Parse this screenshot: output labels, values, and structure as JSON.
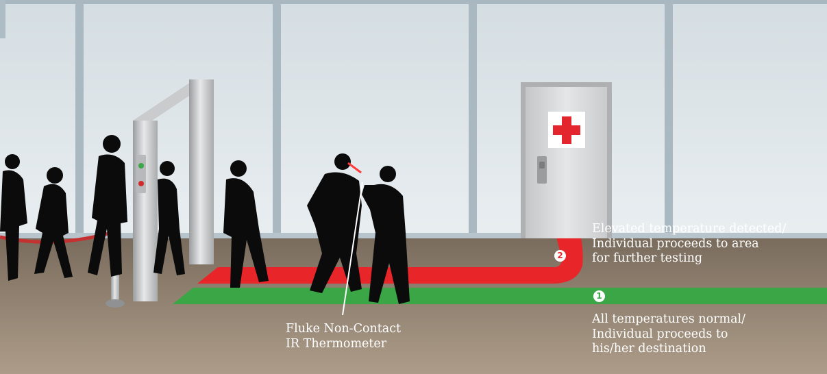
{
  "callouts": {
    "elevated": {
      "number": "2",
      "lines": [
        "Elevated temperature detected/",
        "Individual proceeds to area",
        "for further testing"
      ]
    },
    "normal": {
      "number": "1",
      "lines": [
        "All temperatures normal/",
        "Individual proceeds to",
        "his/her destination"
      ]
    },
    "thermometer": {
      "lines": [
        "Fluke Non-Contact",
        "IR Thermometer"
      ]
    }
  },
  "colors": {
    "red_path": "#e8262a",
    "green_path": "#3aa646",
    "floor": "#8a7b69",
    "wall": "#cbd6dc",
    "silhouette": "#0b0b0b",
    "first_aid_cross": "#e3262e"
  },
  "icons": [
    "first-aid-cross-icon",
    "door-handle-icon",
    "green-indicator-light-icon",
    "red-indicator-light-icon"
  ]
}
